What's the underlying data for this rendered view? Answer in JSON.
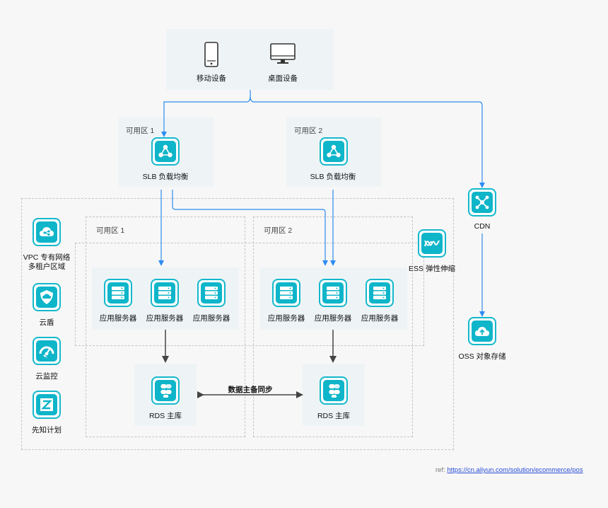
{
  "clients": {
    "mobile_label": "移动设备",
    "desktop_label": "桌面设备"
  },
  "zones": {
    "top_zone1": "可用区 1",
    "top_zone2": "可用区 2",
    "inner_zone1": "可用区 1",
    "inner_zone2": "可用区 2"
  },
  "slb": {
    "label1": "SLB 负载均衡",
    "label2": "SLB 负载均衡"
  },
  "servers": {
    "zone1": [
      "应用服务器",
      "应用服务器",
      "应用服务器"
    ],
    "zone2": [
      "应用服务器",
      "应用服务器",
      "应用服务器"
    ]
  },
  "rds": {
    "label1": "RDS 主库",
    "label2": "RDS 主库"
  },
  "sync_label": "数据主备同步",
  "left_services": {
    "vpc_line1": "VPC 专有网络",
    "vpc_line2": "多租户区域",
    "shield": "云盾",
    "monitor": "云监控",
    "plan": "先知计划"
  },
  "ess_label": "ESS 弹性伸缩",
  "cdn_label": "CDN",
  "oss_label": "OSS 对象存储",
  "ref": {
    "prefix": "ref: ",
    "url": "https://cn.aliyun.com/solution/ecommerce/pos"
  },
  "colors": {
    "accent": "#14b8cc",
    "arrow_blue": "#2d8cf0",
    "arrow_dark": "#444444"
  }
}
